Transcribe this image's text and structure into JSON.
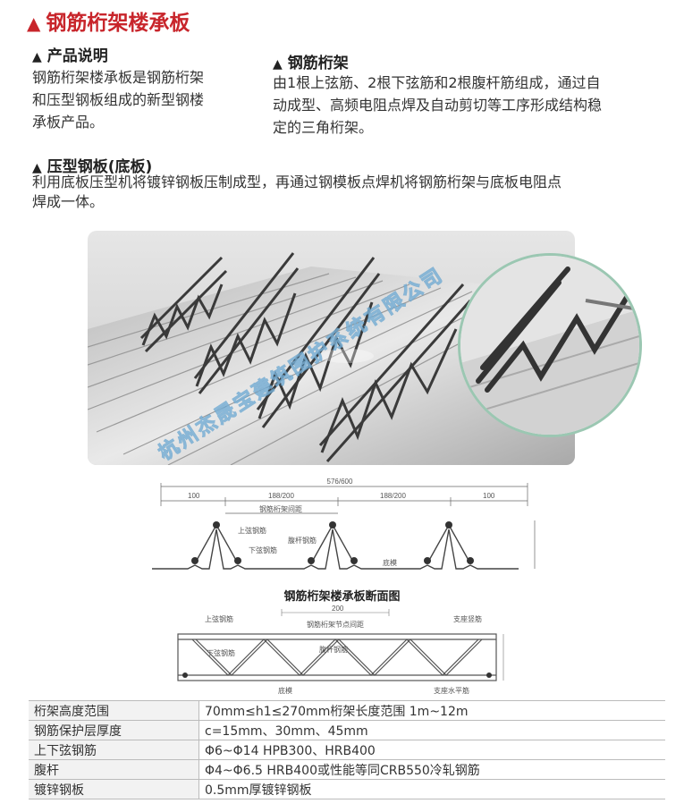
{
  "title": "钢筋桁架楼承板",
  "sections": {
    "product": {
      "heading": "产品说明",
      "text": "钢筋桁架楼承板是钢筋桁架和压型钢板组成的新型钢楼承板产品。",
      "lines": [
        "钢筋桁架楼承板是钢筋桁架",
        "和压型钢板组成的新型钢楼",
        "承板产品。"
      ]
    },
    "truss": {
      "heading": "钢筋桁架",
      "lines": [
        "由1根上弦筋、2根下弦筋和2根腹杆筋组成，通过自",
        "动成型、高频电阻点焊及自动剪切等工序形成结构稳",
        "定的三角桁架。"
      ]
    },
    "deck": {
      "heading": "压型钢板(底板)",
      "lines": [
        "利用底板压型机将镀锌钢板压制成型，再通过钢模板点焊机将钢筋桁架与底板电阻点",
        "焊成一体。"
      ]
    }
  },
  "watermark": "杭州杰晟宝建筑围护系统有限公司",
  "diagram1": {
    "total_dim": "576/600",
    "dims": [
      "100",
      "188/200",
      "188/200",
      "100"
    ],
    "labels": {
      "spacing": "钢筋桁架间距",
      "top_chord": "上弦钢筋",
      "web": "腹杆钢筋",
      "bottom_chord": "下弦钢筋",
      "base": "底模"
    }
  },
  "diagram_title": "钢筋桁架楼承板断面图",
  "diagram2": {
    "dim": "200",
    "labels": {
      "top_chord": "上弦钢筋",
      "node_spacing": "钢筋桁架节点间距",
      "support": "支座竖筋",
      "bottom_chord": "下弦钢筋",
      "web": "腹杆钢筋",
      "base": "底模",
      "support_h": "支座水平筋"
    }
  },
  "spec_table": [
    {
      "label": "桁架高度范围",
      "value": "70mm≤h1≤270mm桁架长度范围  1m~12m"
    },
    {
      "label": "钢筋保护层厚度",
      "value": "c=15mm、30mm、45mm"
    },
    {
      "label": "上下弦钢筋",
      "value": "Φ6~Φ14 HPB300、HRB400"
    },
    {
      "label": "腹杆",
      "value": "Φ4~Φ6.5 HRB400或性能等同CRB550冷轧钢筋"
    },
    {
      "label": "镀锌钢板",
      "value": "0.5mm厚镀锌钢板"
    }
  ],
  "colors": {
    "accent": "#c8252b",
    "watermark": "#5a96c8"
  },
  "icons": {
    "bullet": "triangle-up-icon"
  }
}
